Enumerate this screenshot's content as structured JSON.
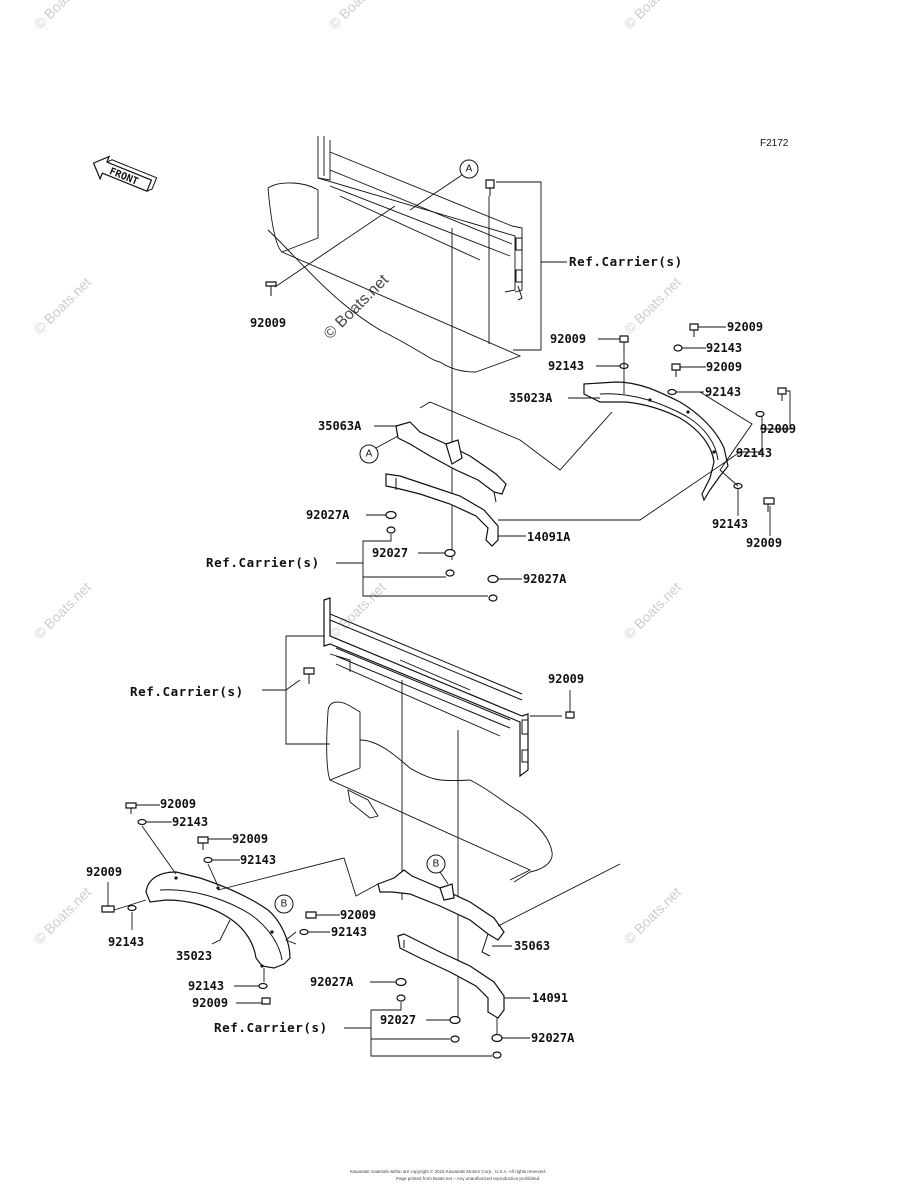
{
  "figure_code": "F2172",
  "front_label": "FRONT",
  "callouts": {
    "a": "A",
    "b": "B"
  },
  "watermark": "© Boats.net",
  "copyright_line1": "Kawasaki materials within are copyright © 2015 Kawasaki Motors Corp., U.S.A. All rights reserved.",
  "copyright_line2": "Page printed from Boats.net – Any unauthorized reproduction prohibited.",
  "parts": {
    "screw": "92009",
    "washer": "92143",
    "cover_a": "35023A",
    "cover": "35023",
    "bracket_a": "35063A",
    "bracket": "35063",
    "guard_a": "14091A",
    "guard": "14091",
    "nut": "92027",
    "nut_a": "92027A",
    "ref_carrier": "Ref.Carrier(s)"
  }
}
